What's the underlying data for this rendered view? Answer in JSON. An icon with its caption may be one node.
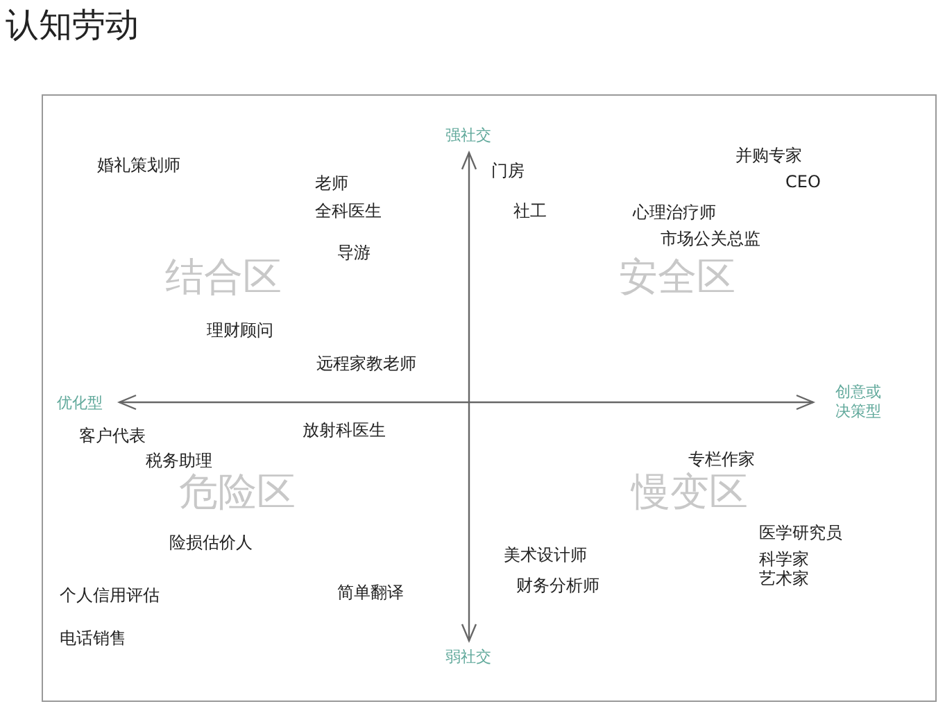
{
  "diagram": {
    "title": "认知劳动",
    "labels": [
      "强社交",
      "婚礼策划师",
      "并购专家",
      "老师",
      "门房",
      "CEO",
      "全科医生",
      "社工",
      "心理治疗师",
      "市场公关总监",
      "导游",
      "结合区",
      "安全区",
      "理财顾问",
      "远程家教老师",
      "优化型",
      "创意或决策型",
      "客户代表",
      "放射科医生",
      "税务助理",
      "专栏作家",
      "危险区",
      "慢变区",
      "医学研究员",
      "险损估价人",
      "美术设计师",
      "科学家",
      "财务分析师",
      "艺术家",
      "个人信用评估",
      "简单翻译",
      "电话销售",
      "弱社交"
    ]
  }
}
